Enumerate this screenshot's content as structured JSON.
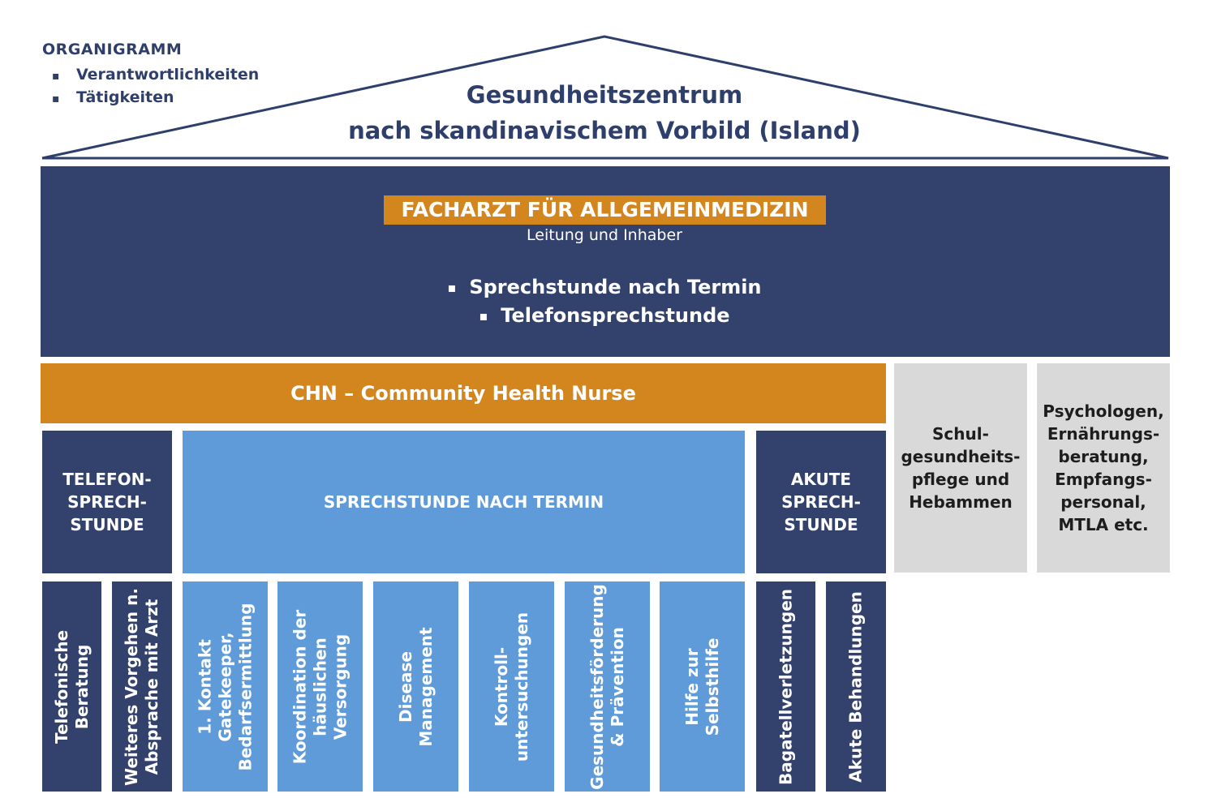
{
  "legend": {
    "title": "ORGANIGRAMM",
    "items": [
      "Verantwortlichkeiten",
      "Tätigkeiten"
    ],
    "bullet": "▪"
  },
  "roof": {
    "title_line1": "Gesundheitszentrum",
    "title_line2": "nach skandinavischem Vorbild (Island)"
  },
  "main": {
    "heading": "FACHARZT FÜR ALLGEMEINMEDIZIN",
    "subheading": "Leitung und Inhaber",
    "bullets": [
      "Sprechstunde nach Termin",
      "Telefonsprechstunde"
    ]
  },
  "chn": {
    "label": "CHN – Community Health Nurse"
  },
  "side_boxes": [
    {
      "label": "Schul-\ngesundheits-\npflege und\nHebammen"
    },
    {
      "label": "Psychologen,\nErnährungs-\nberatung,\nEmpfangs-\npersonal,\nMTLA etc."
    }
  ],
  "sections": {
    "telefon": "TELEFON-\nSPRECH-\nSTUNDE",
    "termin": "SPRECHSTUNDE NACH TERMIN",
    "akut": "AKUTE\nSPRECH-\nSTUNDE"
  },
  "columns": [
    {
      "label": "Telefonische\nBeratung"
    },
    {
      "label": "Weiteres Vorgehen n.\nAbsprache mit Arzt"
    },
    {
      "label": "1. Kontakt Gatekeeper,\nBedarfsermittlung"
    },
    {
      "label": "Koordination der\nhäuslichen Versorgung"
    },
    {
      "label": "Disease\nManagement"
    },
    {
      "label": "Kontroll-\nuntersuchungen"
    },
    {
      "label": "Gesundheitsförderung\n& Prävention"
    },
    {
      "label": "Hilfe zur\nSelbsthilfe"
    },
    {
      "label": "Bagatellverletzungen"
    },
    {
      "label": "Akute Behandlungen"
    }
  ],
  "colors": {
    "navy": "#33416d",
    "light_blue": "#5f9bd9",
    "orange": "#d4861e",
    "grey": "#d9d9d9"
  }
}
